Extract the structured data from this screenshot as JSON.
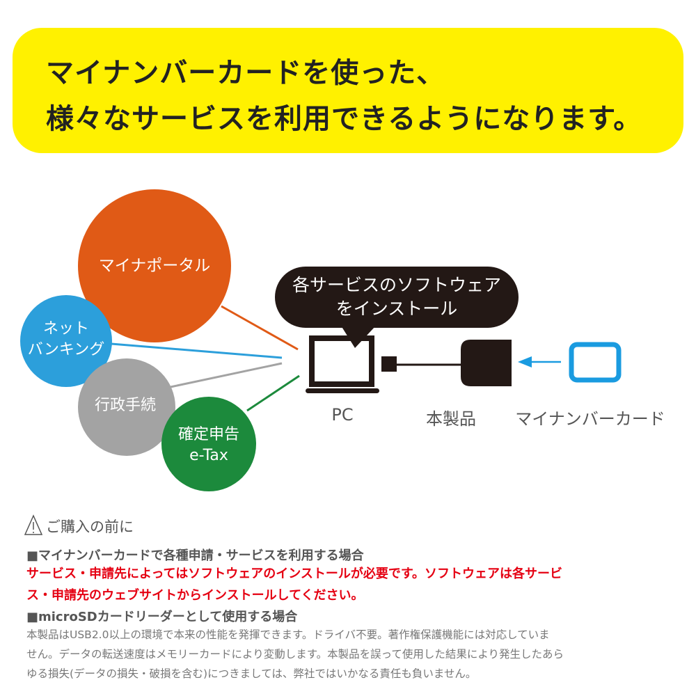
{
  "headline": {
    "line1": "マイナンバーカードを使った、",
    "line2": "様々なサービスを利用できるようになります。"
  },
  "services": [
    {
      "label": "マイナポータル",
      "color": "#e05a16"
    },
    {
      "label": "ネット\nバンキング",
      "line1": "ネット",
      "line2": "バンキング",
      "color": "#2c9fdb"
    },
    {
      "label": "行政手続",
      "color": "#a3a3a3"
    },
    {
      "label": "確定申告\ne-Tax",
      "line1": "確定申告",
      "line2": "e-Tax",
      "color": "#1c8a3c"
    }
  ],
  "bubble": {
    "line1": "各サービスのソフトウェア",
    "line2": "をインストール"
  },
  "devices": {
    "pc": "PC",
    "product": "本製品",
    "card": "マイナンバーカード",
    "card_color": "#1a9be0"
  },
  "notes": {
    "title": "ご購入の前に",
    "section1_heading": "■マイナンバーカードで各種申請・サービスを利用する場合",
    "section1_line1": "サービス・申請先によってはソフトウェアのインストールが必要です。ソフトウェアは各サービ",
    "section1_line2": "ス・申請先のウェブサイトからインストールしてください。",
    "section2_heading": "■microSDカードリーダーとして使用する場合",
    "section2_line1": "本製品はUSB2.0以上の環境で本来の性能を発揮できます。ドライバ不要。著作権保護機能には対応していま",
    "section2_line2": "せん。データの転送速度はメモリーカードにより変動します。本製品を誤って使用した結果により発生したあら",
    "section2_line3": "ゆる損失(データの損失・破損を含む)につきましては、弊社ではいかなる責任も負いません。"
  }
}
